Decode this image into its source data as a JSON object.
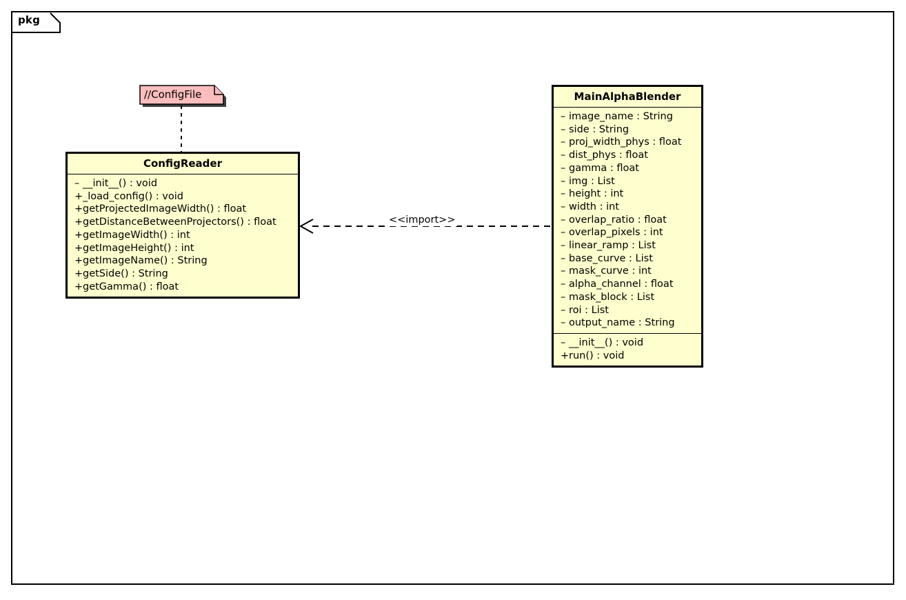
{
  "package": {
    "tab_label": "pkg"
  },
  "note": {
    "text": "//ConfigFile",
    "fill": "#FBBDBD",
    "border": "#A80036"
  },
  "classes": [
    {
      "name": "ConfigReader",
      "fill": "#FEFECE",
      "border": "#000000",
      "attributes": [],
      "methods": [
        {
          "visibility": "–",
          "signature": "__init__() : void"
        },
        {
          "visibility": "+",
          "signature": "_load_config() : void"
        },
        {
          "visibility": "+",
          "signature": "getProjectedImageWidth() : float"
        },
        {
          "visibility": "+",
          "signature": "getDistanceBetweenProjectors() : float"
        },
        {
          "visibility": "+",
          "signature": "getImageWidth() : int"
        },
        {
          "visibility": "+",
          "signature": "getImageHeight() : int"
        },
        {
          "visibility": "+",
          "signature": "getImageName() : String"
        },
        {
          "visibility": "+",
          "signature": "getSide() : String"
        },
        {
          "visibility": "+",
          "signature": "getGamma() : float"
        }
      ]
    },
    {
      "name": "MainAlphaBlender",
      "fill": "#FEFECE",
      "border": "#000000",
      "attributes": [
        {
          "visibility": "–",
          "signature": "image_name : String"
        },
        {
          "visibility": "–",
          "signature": "side : String"
        },
        {
          "visibility": "–",
          "signature": "proj_width_phys : float"
        },
        {
          "visibility": "–",
          "signature": "dist_phys : float"
        },
        {
          "visibility": "–",
          "signature": "gamma : float"
        },
        {
          "visibility": "–",
          "signature": "img : List"
        },
        {
          "visibility": "–",
          "signature": "height : int"
        },
        {
          "visibility": "–",
          "signature": "width : int"
        },
        {
          "visibility": "–",
          "signature": "overlap_ratio : float"
        },
        {
          "visibility": "–",
          "signature": "overlap_pixels : int"
        },
        {
          "visibility": "–",
          "signature": "linear_ramp : List"
        },
        {
          "visibility": "–",
          "signature": "base_curve : List"
        },
        {
          "visibility": "–",
          "signature": "mask_curve : int"
        },
        {
          "visibility": "–",
          "signature": "alpha_channel : float"
        },
        {
          "visibility": "–",
          "signature": "mask_block : List"
        },
        {
          "visibility": "–",
          "signature": "roi : List"
        },
        {
          "visibility": "–",
          "signature": "output_name : String"
        }
      ],
      "methods": [
        {
          "visibility": "–",
          "signature": "__init__() : void"
        },
        {
          "visibility": "+",
          "signature": "run() : void"
        }
      ]
    }
  ],
  "relationships": [
    {
      "stereotype": "<<import>>",
      "style": "dashed",
      "arrow": "open",
      "from": "MainAlphaBlender",
      "to": "ConfigReader"
    }
  ]
}
